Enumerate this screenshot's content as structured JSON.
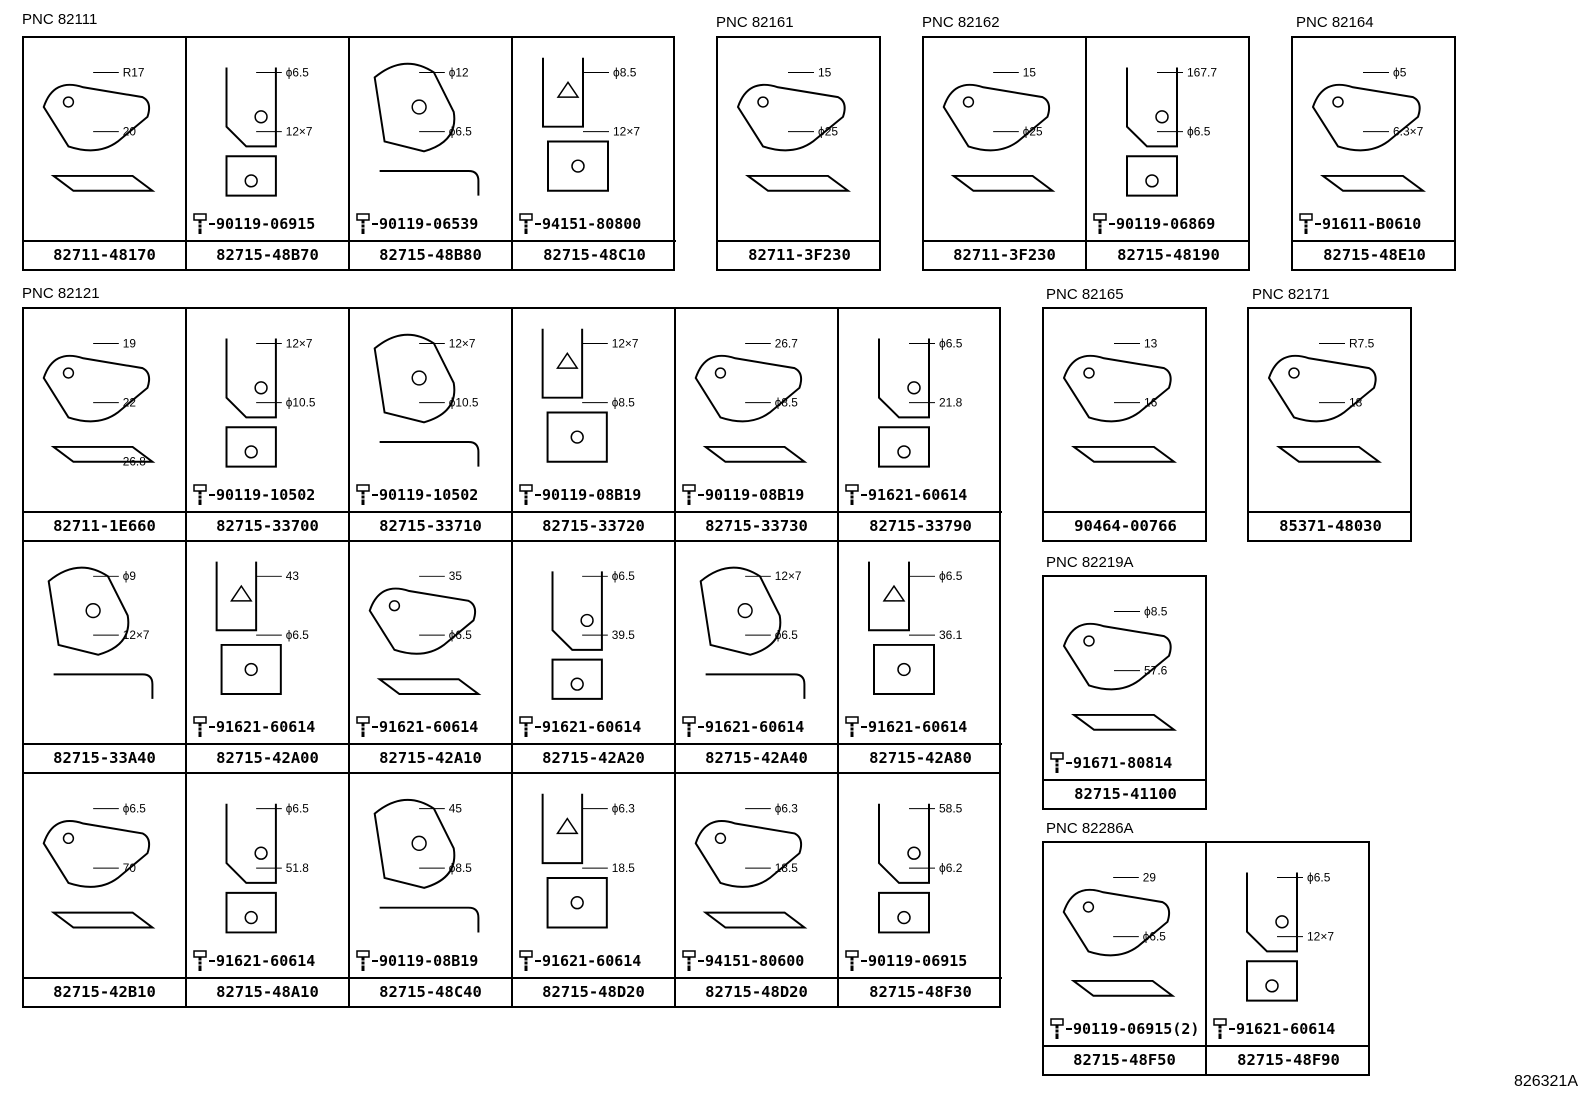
{
  "groups": [
    {
      "pnc": "PNC 82111",
      "cells": [
        {
          "part": "82711-48170",
          "bolt": "",
          "dims": [
            "R17",
            "20"
          ]
        },
        {
          "part": "82715-48B70",
          "bolt": "90119-06915",
          "dims": [
            "ϕ6.5",
            "12×7"
          ]
        },
        {
          "part": "82715-48B80",
          "bolt": "90119-06539",
          "dims": [
            "ϕ12",
            "ϕ6.5"
          ]
        },
        {
          "part": "82715-48C10",
          "bolt": "94151-80800",
          "dims": [
            "ϕ8.5",
            "12×7"
          ]
        }
      ]
    },
    {
      "pnc": "PNC 82161",
      "cells": [
        {
          "part": "82711-3F230",
          "bolt": "",
          "dims": [
            "15",
            "ϕ25"
          ]
        }
      ]
    },
    {
      "pnc": "PNC 82162",
      "cells": [
        {
          "part": "82711-3F230",
          "bolt": "",
          "dims": [
            "15",
            "ϕ25"
          ]
        },
        {
          "part": "82715-48190",
          "bolt": "90119-06869",
          "dims": [
            "167.7",
            "ϕ6.5"
          ]
        }
      ]
    },
    {
      "pnc": "PNC 82164",
      "cells": [
        {
          "part": "82715-48E10",
          "bolt": "91611-B0610",
          "dims": [
            "ϕ5",
            "6.3×7"
          ]
        }
      ]
    },
    {
      "pnc": "PNC 82121",
      "cells": [
        {
          "part": "82711-1E660",
          "bolt": "",
          "dims": [
            "19",
            "22",
            "26.8"
          ]
        },
        {
          "part": "82715-33700",
          "bolt": "90119-10502",
          "dims": [
            "12×7",
            "ϕ10.5"
          ]
        },
        {
          "part": "82715-33710",
          "bolt": "90119-10502",
          "dims": [
            "12×7",
            "ϕ10.5"
          ]
        },
        {
          "part": "82715-33720",
          "bolt": "90119-08B19",
          "dims": [
            "12×7",
            "ϕ8.5"
          ]
        },
        {
          "part": "82715-33730",
          "bolt": "90119-08B19",
          "dims": [
            "26.7",
            "ϕ8.5"
          ]
        },
        {
          "part": "82715-33790",
          "bolt": "91621-60614",
          "dims": [
            "ϕ6.5",
            "21.8"
          ]
        },
        {
          "part": "82715-33A40",
          "bolt": "",
          "dims": [
            "ϕ9",
            "12×7"
          ]
        },
        {
          "part": "82715-42A00",
          "bolt": "91621-60614",
          "dims": [
            "43",
            "ϕ6.5"
          ]
        },
        {
          "part": "82715-42A10",
          "bolt": "91621-60614",
          "dims": [
            "35",
            "ϕ6.5"
          ]
        },
        {
          "part": "82715-42A20",
          "bolt": "91621-60614",
          "dims": [
            "ϕ6.5",
            "39.5"
          ]
        },
        {
          "part": "82715-42A40",
          "bolt": "91621-60614",
          "dims": [
            "12×7",
            "ϕ6.5"
          ]
        },
        {
          "part": "82715-42A80",
          "bolt": "91621-60614",
          "dims": [
            "ϕ6.5",
            "36.1"
          ]
        },
        {
          "part": "82715-42B10",
          "bolt": "",
          "dims": [
            "ϕ6.5",
            "70"
          ]
        },
        {
          "part": "82715-48A10",
          "bolt": "91621-60614",
          "dims": [
            "ϕ6.5",
            "51.8"
          ]
        },
        {
          "part": "82715-48C40",
          "bolt": "90119-08B19",
          "dims": [
            "45",
            "ϕ8.5"
          ]
        },
        {
          "part": "82715-48D20",
          "bolt": "91621-60614",
          "dims": [
            "ϕ6.3",
            "18.5"
          ]
        },
        {
          "part": "82715-48D20",
          "bolt": "94151-80600",
          "dims": [
            "ϕ6.3",
            "18.5"
          ]
        },
        {
          "part": "82715-48F30",
          "bolt": "90119-06915",
          "dims": [
            "58.5",
            "ϕ6.2"
          ]
        }
      ]
    },
    {
      "pnc": "PNC 82165",
      "cells": [
        {
          "part": "90464-00766",
          "bolt": "",
          "dims": [
            "13",
            "16"
          ]
        }
      ]
    },
    {
      "pnc": "PNC 82171",
      "cells": [
        {
          "part": "85371-48030",
          "bolt": "",
          "dims": [
            "R7.5",
            "18"
          ]
        }
      ]
    },
    {
      "pnc": "PNC 82219A",
      "cells": [
        {
          "part": "82715-41100",
          "bolt": "91671-80814",
          "dims": [
            "ϕ8.5",
            "57.6"
          ]
        }
      ]
    },
    {
      "pnc": "PNC 82286A",
      "cells": [
        {
          "part": "82715-48F50",
          "bolt": "90119-06915(2)",
          "dims": [
            "29",
            "ϕ6.5"
          ]
        },
        {
          "part": "82715-48F90",
          "bolt": "91621-60614",
          "dims": [
            "ϕ6.5",
            "12×7"
          ]
        }
      ]
    }
  ],
  "drawing_code": "826321A"
}
